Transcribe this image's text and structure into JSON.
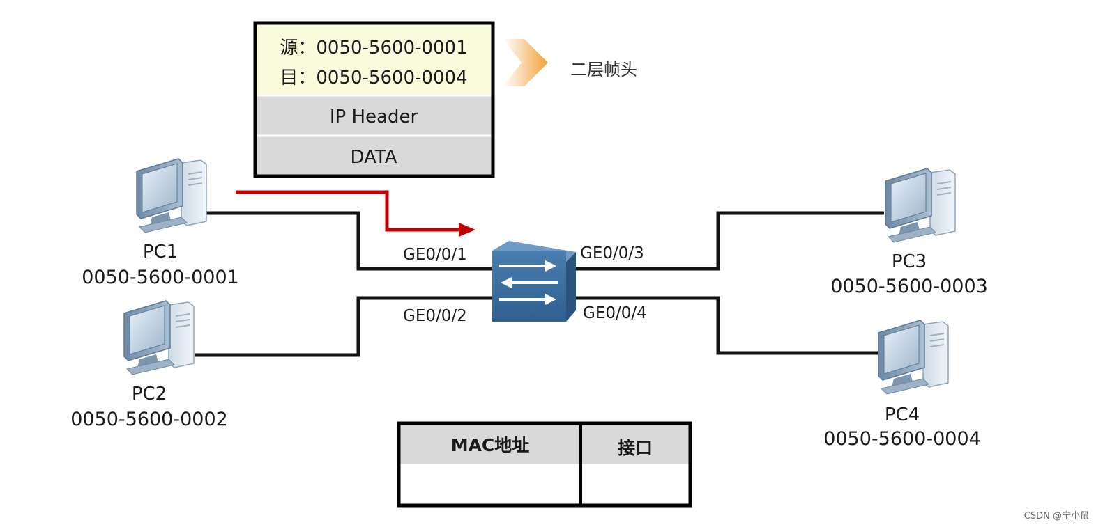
{
  "frame": {
    "src_label": "源：0050-5600-0001",
    "dst_label": "目：0050-5600-0004",
    "ip_header": "IP Header",
    "data": "DATA",
    "caption": "二层帧头"
  },
  "pcs": [
    {
      "name": "PC1",
      "mac": "0050-5600-0001"
    },
    {
      "name": "PC2",
      "mac": "0050-5600-0002"
    },
    {
      "name": "PC3",
      "mac": "0050-5600-0003"
    },
    {
      "name": "PC4",
      "mac": "0050-5600-0004"
    }
  ],
  "ports": [
    "GE0/0/1",
    "GE0/0/2",
    "GE0/0/3",
    "GE0/0/4"
  ],
  "mac_table": {
    "headers": [
      "MAC地址",
      "接口"
    ]
  },
  "watermark": "CSDN @宁小鼠",
  "colors": {
    "frame_header_bg": "#fafadc",
    "frame_row_bg": "#d9d9d9",
    "arrow_red": "#c00000",
    "caption_arrow": "#f5a040",
    "switch_blue": "#3c6e9e",
    "line": "#111111"
  }
}
